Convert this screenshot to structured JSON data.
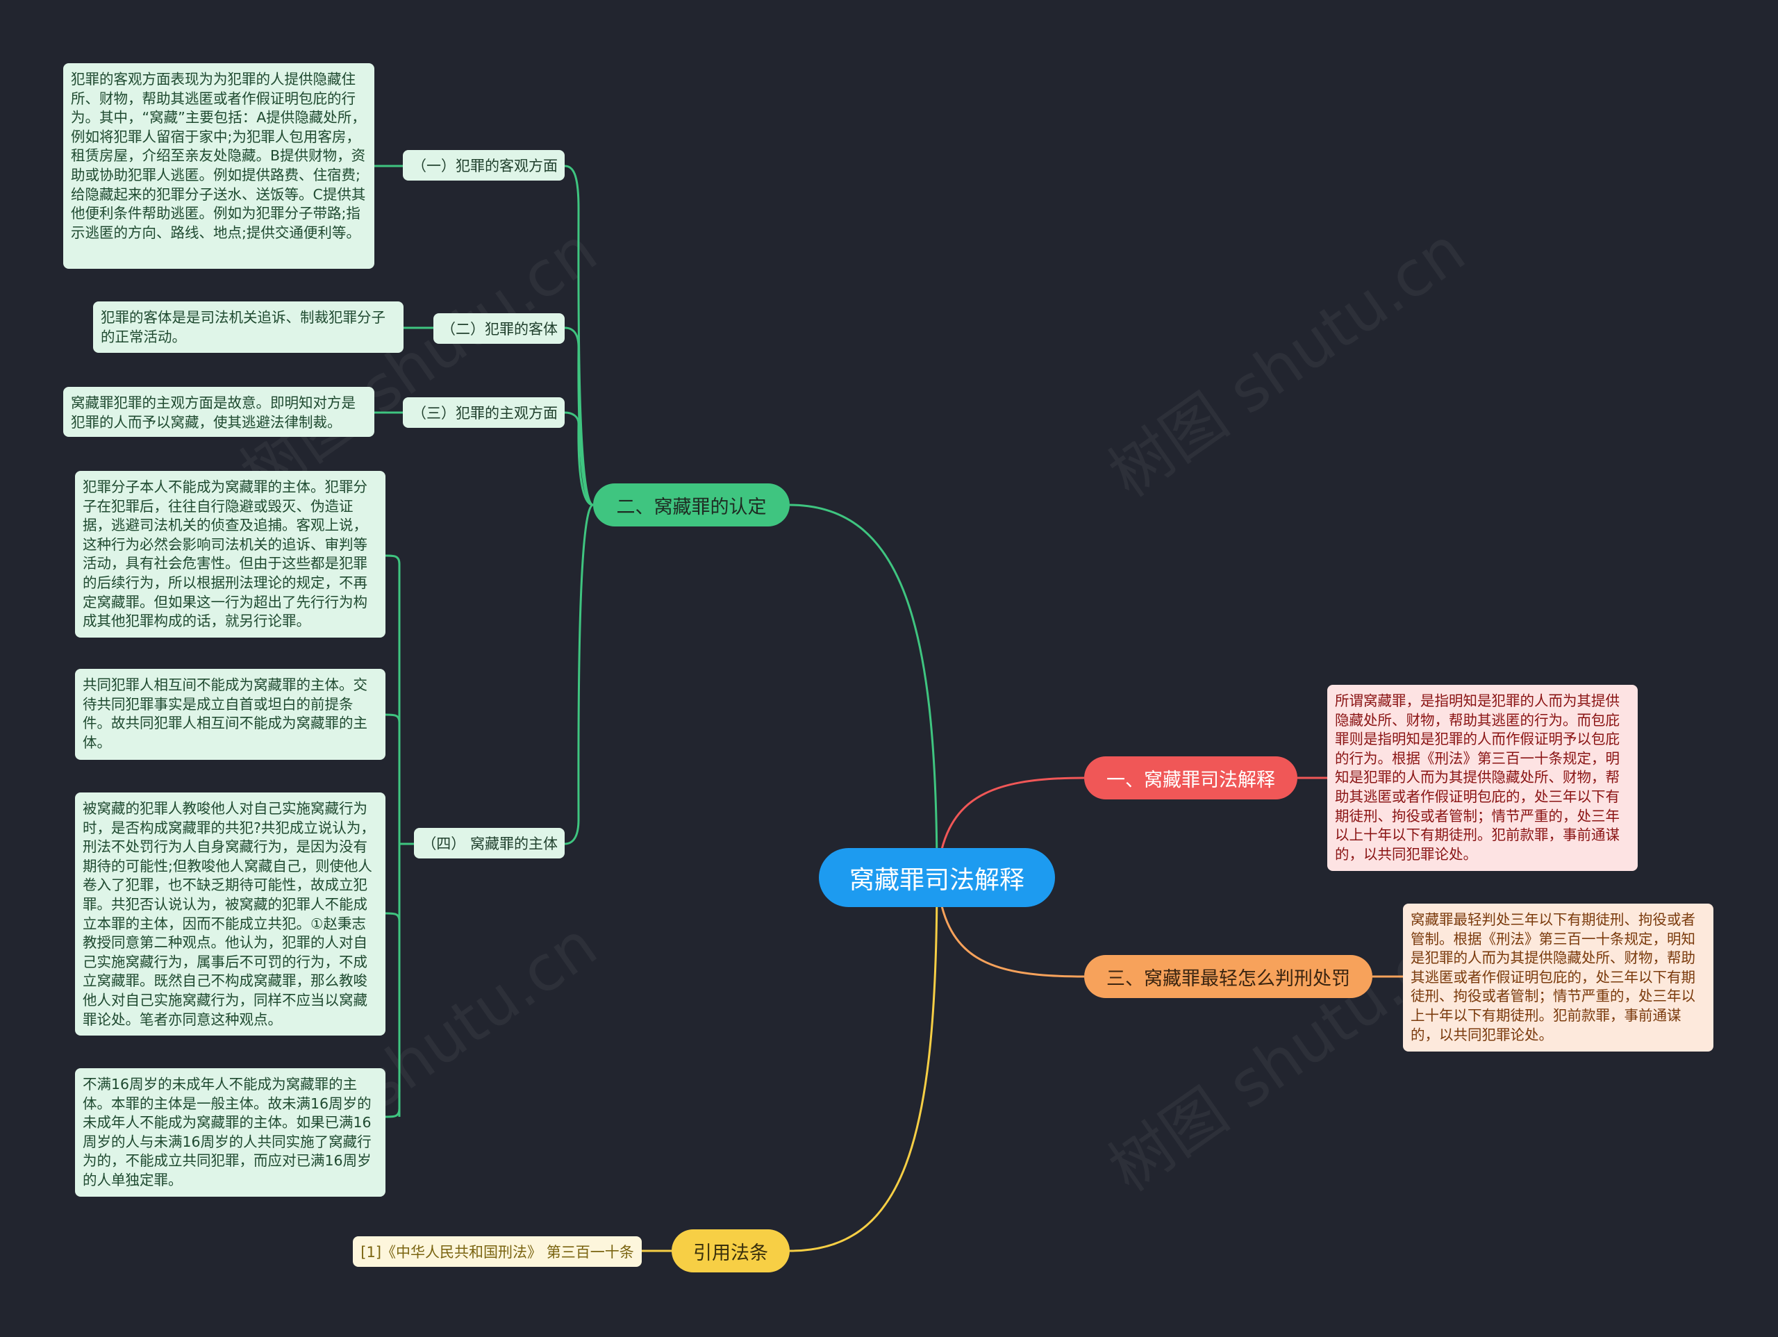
{
  "center": "窝藏罪司法解释",
  "watermark": "树图 shutu.cn",
  "colors": {
    "center": "#1d9bf0",
    "green": "#3fc580",
    "red": "#f05757",
    "orange": "#f7a25b",
    "yellow": "#f7cf45",
    "background": "#22252f"
  },
  "branches": {
    "recognition": {
      "label": "二、窝藏罪的认定",
      "subs": [
        {
          "label": "（一）犯罪的客观方面",
          "details": [
            "犯罪的客观方面表现为为犯罪的人提供隐藏住所、财物，帮助其逃匿或者作假证明包庇的行为。其中，“窝藏”主要包括：A提供隐藏处所，例如将犯罪人留宿于家中;为犯罪人包用客房，租赁房屋，介绍至亲友处隐藏。B提供财物，资助或协助犯罪人逃匿。例如提供路费、住宿费;给隐藏起来的犯罪分子送水、送饭等。C提供其他便利条件帮助逃匿。例如为犯罪分子带路;指示逃匿的方向、路线、地点;提供交通便利等。"
          ]
        },
        {
          "label": "（二）犯罪的客体",
          "details": [
            "犯罪的客体是是司法机关追诉、制裁犯罪分子的正常活动。"
          ]
        },
        {
          "label": "（三）犯罪的主观方面",
          "details": [
            "窝藏罪犯罪的主观方面是故意。即明知对方是犯罪的人而予以窝藏，使其逃避法律制裁。"
          ]
        },
        {
          "label": "（四） 窝藏罪的主体",
          "details": [
            "犯罪分子本人不能成为窝藏罪的主体。犯罪分子在犯罪后，往往自行隐避或毁灭、伪造证据，逃避司法机关的侦查及追捕。客观上说，这种行为必然会影响司法机关的追诉、审判等活动，具有社会危害性。但由于这些都是犯罪的后续行为，所以根据刑法理论的规定，不再定窝藏罪。但如果这一行为超出了先行行为构成其他犯罪构成的话，就另行论罪。",
            "共同犯罪人相互间不能成为窝藏罪的主体。交待共同犯罪事实是成立自首或坦白的前提条件。故共同犯罪人相互间不能成为窝藏罪的主体。",
            "被窝藏的犯罪人教唆他人对自己实施窝藏行为时，是否构成窝藏罪的共犯?共犯成立说认为，刑法不处罚行为人自身窝藏行为，是因为没有期待的可能性;但教唆他人窝藏自己，则使他人卷入了犯罪，也不缺乏期待可能性，故成立犯罪。共犯否认说认为，被窝藏的犯罪人不能成立本罪的主体，因而不能成立共犯。①赵秉志教授同意第二种观点。他认为，犯罪的人对自己实施窝藏行为，属事后不可罚的行为，不成立窝藏罪。既然自己不构成窝藏罪，那么教唆他人对自己实施窝藏行为，同样不应当以窝藏罪论处。笔者亦同意这种观点。",
            "不满16周岁的未成年人不能成为窝藏罪的主体。本罪的主体是一般主体。故未满16周岁的未成年人不能成为窝藏罪的主体。如果已满16周岁的人与未满16周岁的人共同实施了窝藏行为的，不能成立共同犯罪，而应对已满16周岁的人单独定罪。"
          ]
        }
      ]
    },
    "interpretation": {
      "label": "一、窝藏罪司法解释",
      "detail": "所谓窝藏罪，是指明知是犯罪的人而为其提供隐藏处所、财物，帮助其逃匿的行为。而包庇罪则是指明知是犯罪的人而作假证明予以包庇的行为。根据《刑法》第三百一十条规定，明知是犯罪的人而为其提供隐藏处所、财物，帮助其逃匿或者作假证明包庇的，处三年以下有期徒刑、拘役或者管制；情节严重的，处三年以上十年以下有期徒刑。犯前款罪，事前通谋的，以共同犯罪论处。"
    },
    "penalty": {
      "label": "三、窝藏罪最轻怎么判刑处罚",
      "detail": "窝藏罪最轻判处三年以下有期徒刑、拘役或者管制。根据《刑法》第三百一十条规定，明知是犯罪的人而为其提供隐藏处所、财物，帮助其逃匿或者作假证明包庇的，处三年以下有期徒刑、拘役或者管制；情节严重的，处三年以上十年以下有期徒刑。犯前款罪，事前通谋的，以共同犯罪论处。"
    },
    "citation": {
      "label": "引用法条",
      "detail": "[1]《中华人民共和国刑法》 第三百一十条"
    }
  }
}
